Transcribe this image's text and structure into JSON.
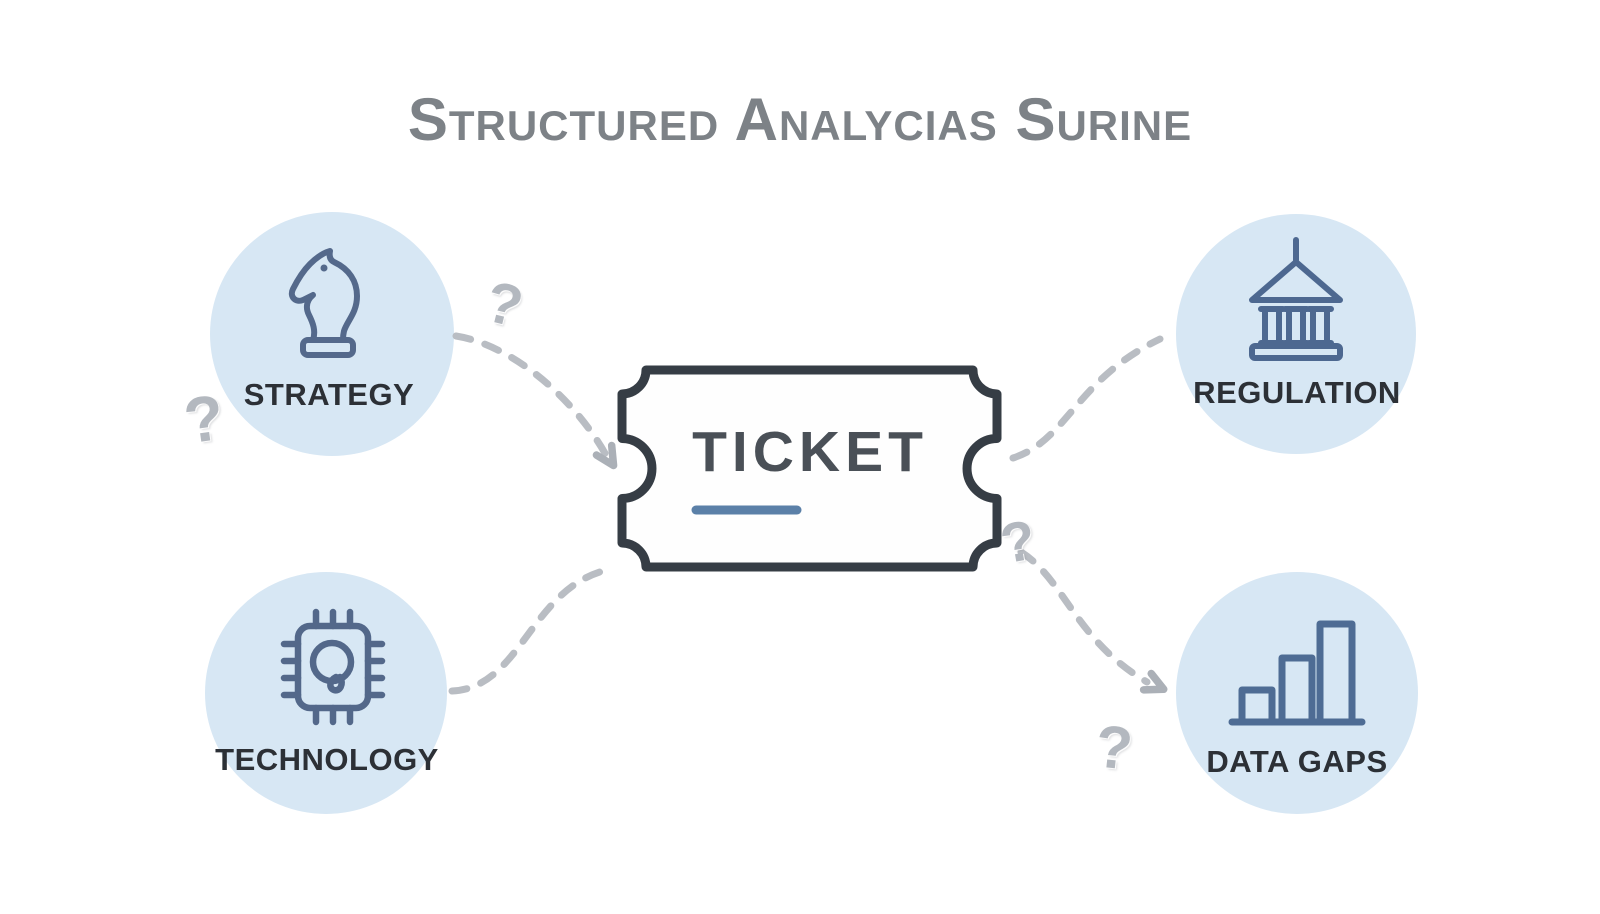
{
  "title": "Structured Analycias Surine",
  "ticket": {
    "label": "TICKET"
  },
  "nodes": {
    "strategy": {
      "label": "STRATEGY",
      "icon": "chess-knight-icon"
    },
    "regulation": {
      "label": "REGULATION",
      "icon": "bank-icon"
    },
    "technology": {
      "label": "TECHNOLOGY",
      "icon": "chip-icon"
    },
    "data_gaps": {
      "label": "DATA GAPS",
      "icon": "bar-chart-icon"
    }
  },
  "question_marks": {
    "left_of_strategy": "?",
    "above_strategy_arrow": "?",
    "right_of_ticket": "?",
    "below_data_gaps_arrow": "?"
  },
  "colors": {
    "background": "#ffffff",
    "circle_fill": "#d7e7f4",
    "icon_stroke": "#54698b",
    "ticket_outline": "#363d45",
    "ticket_text": "#4a5057",
    "ticket_underline": "#5b80a8",
    "node_label_text": "#2c3036",
    "title_text": "#7d8287",
    "dashed_connector": "#b9bdc3",
    "arrowhead": "#abb0b7",
    "question_mark": "#b3b8bf"
  }
}
